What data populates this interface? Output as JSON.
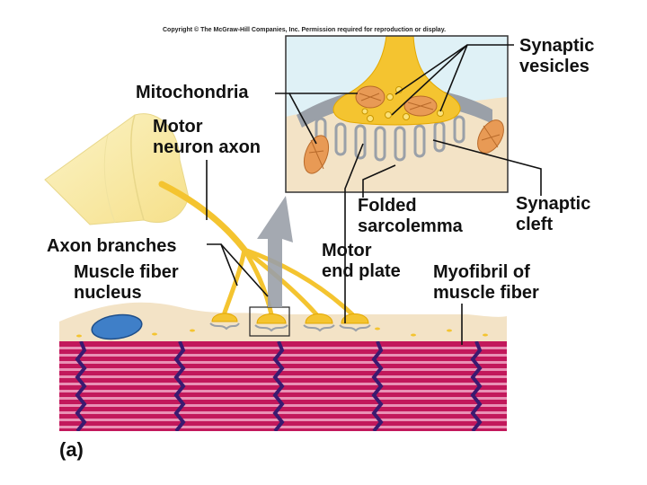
{
  "copyright": "Copyright © The McGraw-Hill Companies, Inc. Permission required for reproduction or display.",
  "panel_label": "(a)",
  "labels": {
    "mitochondria": "Mitochondria",
    "motor_neuron_axon": [
      "Motor",
      "neuron axon"
    ],
    "synaptic_vesicles": [
      "Synaptic",
      "vesicles"
    ],
    "folded_sarcolemma": [
      "Folded",
      "sarcolemma"
    ],
    "synaptic_cleft": [
      "Synaptic",
      "cleft"
    ],
    "axon_branches": "Axon branches",
    "muscle_fiber_nucleus": [
      "Muscle fiber",
      "nucleus"
    ],
    "motor_end_plate": [
      "Motor",
      "end plate"
    ],
    "myofibril": [
      "Myofibril of",
      "muscle fiber"
    ]
  },
  "colors": {
    "axon": "#f4c430",
    "axon_light": "#fbf0b8",
    "sarcoplasm": "#f3e3c6",
    "muscle": "#c2185b",
    "muscle_stripe": "#e991b5",
    "z_line": "#3a1a70",
    "nucleus": "#3f7fc8",
    "mitochondria": "#e89a55",
    "cleft": "#9aa0a8",
    "inset_bg": "#dff1f6"
  }
}
